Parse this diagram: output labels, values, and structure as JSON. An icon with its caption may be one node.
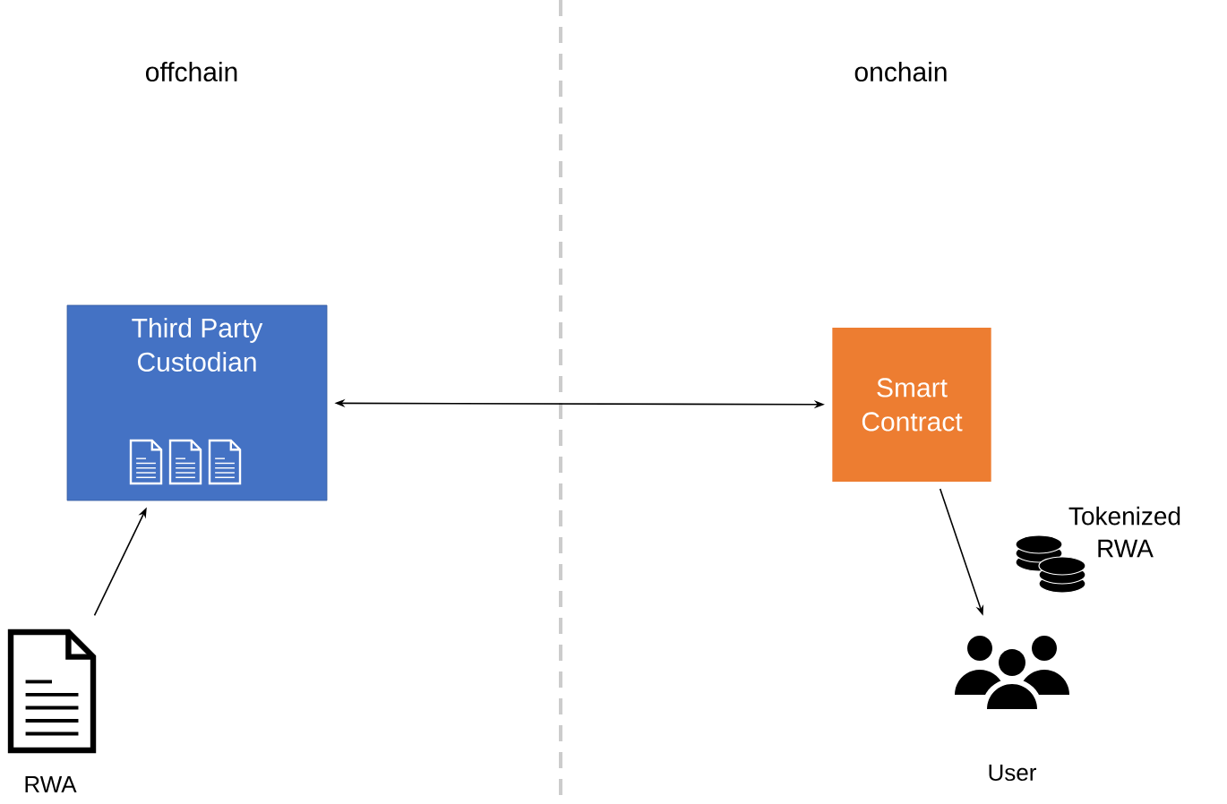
{
  "diagram": {
    "nodes": [
      {
        "text": [
          "Third Party Custodian"
        ]
      },
      {
        "text": [
          "Smart Contract"
        ]
      },
      {
        "text": [
          "RWA"
        ]
      },
      {
        "text": [
          "User"
        ]
      }
    ],
    "edges": [
      {
        "from": 2,
        "to": 0,
        "arrow": "to"
      },
      {
        "from": 0,
        "to": 1,
        "arrow": "both"
      },
      {
        "from": 1,
        "to": 3,
        "arrow": "to",
        "label": "Tokenized RWA"
      }
    ],
    "labels": [
      "offchain",
      "onchain"
    ]
  }
}
